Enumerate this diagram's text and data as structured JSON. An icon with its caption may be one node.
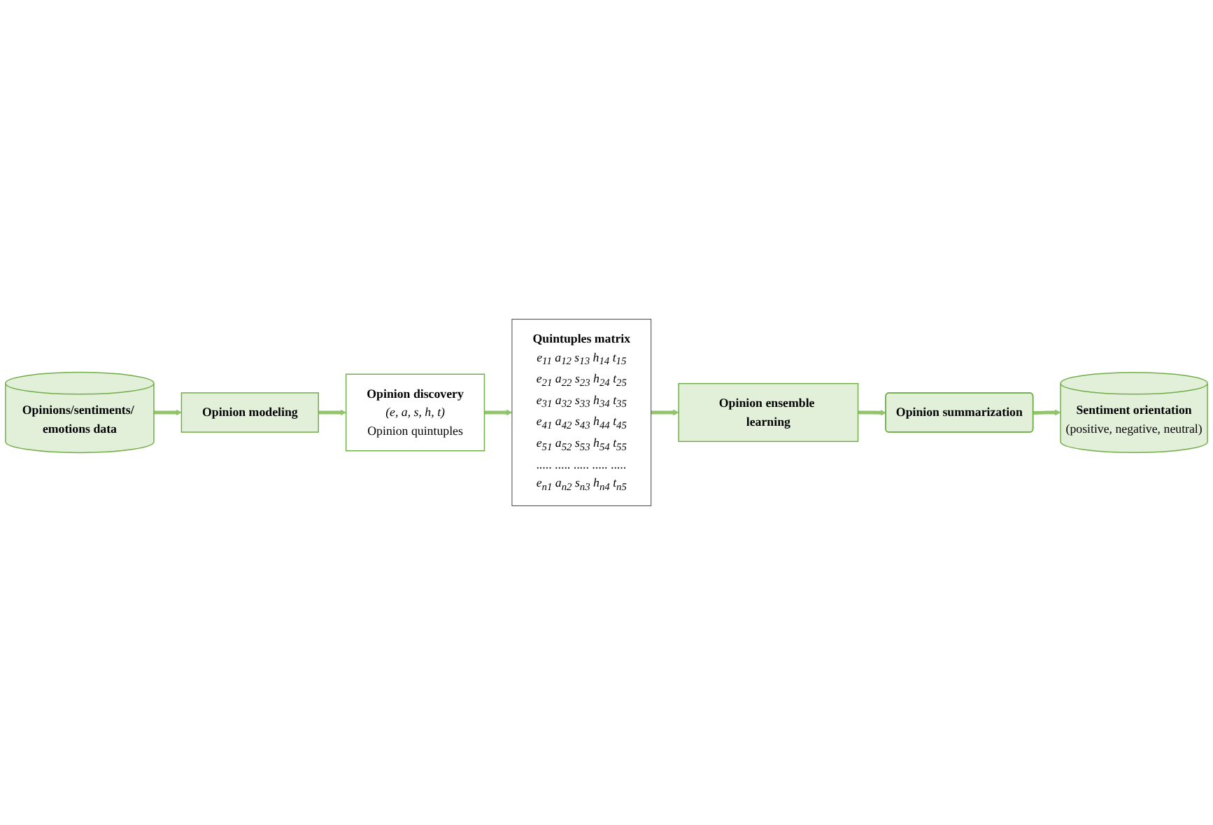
{
  "diagram": {
    "nodes": [
      {
        "text": [
          "Opinions/sentiments/ emotions data"
        ]
      },
      {
        "text": [
          "Opinion modeling"
        ]
      },
      {
        "text": [
          "Opinion discovery",
          "(e, a, s, h, t)",
          "Opinion quintuples"
        ]
      },
      {
        "text": [
          "Quintuples matrix",
          "e$_{11}$ a$_{12}$ s$_{13}$ h$_{14}$ t$_{15}$",
          "e$_{21}$ a$_{22}$ s$_{23}$ h$_{24}$ t$_{25}$",
          "e$_{31}$ a$_{32}$ s$_{33}$ h$_{34}$ t$_{35}$",
          "e$_{41}$ a$_{42}$ s$_{43}$ h$_{44}$ t$_{45}$",
          "e$_{51}$ a$_{52}$ s$_{53}$ h$_{54}$ t$_{55}$",
          "..... ..... ..... ..... .....",
          "e$_{n1}$ a$_{n2}$ s$_{n3}$ h$_{n4}$ t$_{n5}$"
        ]
      },
      {
        "text": [
          "Opinion ensemble learning"
        ]
      },
      {
        "text": [
          "Opinion summarization"
        ]
      },
      {
        "text": [
          "Sentiment orientation",
          "(positive, negative, neutral)"
        ]
      }
    ],
    "edges": [
      {
        "from": 0,
        "to": 1,
        "arrow": "to"
      },
      {
        "from": 1,
        "to": 2,
        "arrow": "to"
      },
      {
        "from": 2,
        "to": 3,
        "arrow": "to"
      },
      {
        "from": 3,
        "to": 4,
        "arrow": "to"
      },
      {
        "from": 4,
        "to": 5,
        "arrow": "to"
      },
      {
        "from": 5,
        "to": 6,
        "arrow": "to"
      }
    ]
  }
}
